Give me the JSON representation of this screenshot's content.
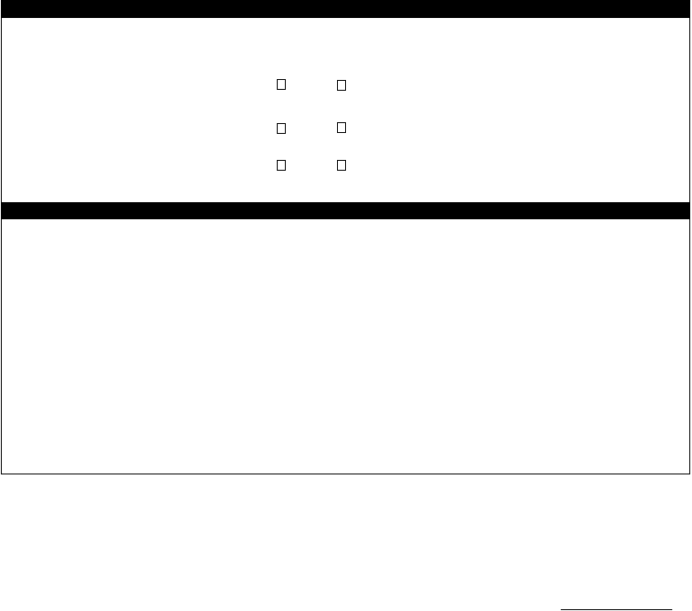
{
  "form": {
    "checkboxes": [
      {
        "row": 1,
        "column": 1,
        "checked": false
      },
      {
        "row": 1,
        "column": 2,
        "checked": false
      },
      {
        "row": 2,
        "column": 1,
        "checked": false
      },
      {
        "row": 2,
        "column": 2,
        "checked": false
      },
      {
        "row": 3,
        "column": 1,
        "checked": false
      },
      {
        "row": 3,
        "column": 2,
        "checked": false
      }
    ]
  }
}
